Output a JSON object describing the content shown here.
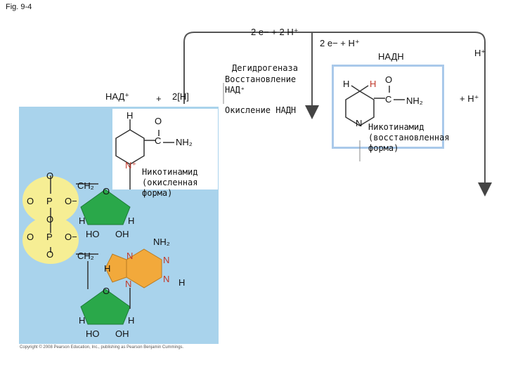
{
  "figure_label": "Fig. 9-4",
  "top_electrons": "2 e− + 2 H⁺",
  "top_right_electrons": "2 e− + H⁺",
  "h_plus_right": "H⁺",
  "plus_h_plus": "+ H⁺",
  "nad_plus": "НАД⁺",
  "plus_sign": "+",
  "two_h": "2[H]",
  "nadh_label": "НАДН",
  "enzyme": {
    "line1": "Дегидрогеназа",
    "line2": "Восстановление",
    "line3": "НАД⁺",
    "line4": "Окисление НАДН"
  },
  "nicotinamide_ox": {
    "line1": "Никотинамид",
    "line2": "(окисленная",
    "line3": "форма)"
  },
  "nicotinamide_red": {
    "line1": "Никотинамид",
    "line2": "(восстановленная",
    "line3": "форма)"
  },
  "atoms": {
    "H": "H",
    "O": "O",
    "C": "C",
    "N": "N",
    "N_plus": "N⁺",
    "NH2": "NH₂",
    "CH2": "CH₂",
    "P": "P",
    "O_minus": "O−",
    "HO": "HO",
    "OH": "OH"
  },
  "copyright": "Copyright © 2008 Pearson Education, Inc., publishing as Pearson Benjamin Cummings.",
  "colors": {
    "blue_panel": "#a9d3ec",
    "phosphate": "#f6ee94",
    "ribose": "#2aa84a",
    "adenine": "#f2a93b",
    "nitrogen_red": "#c0392b"
  }
}
